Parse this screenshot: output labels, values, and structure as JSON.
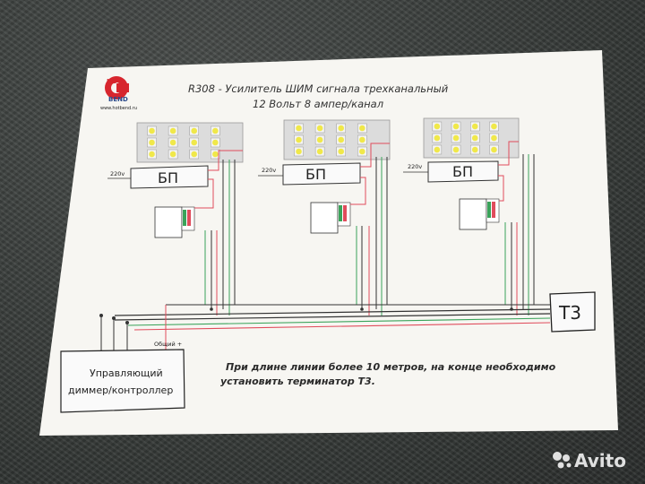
{
  "title": {
    "line1": "R308 - Усилитель ШИМ сигнала трехканальный",
    "line2": "12 Вольт 8 ампер/канал"
  },
  "logo": {
    "text_top": "HOT",
    "text_bottom": "BEND",
    "url": "www.hotbend.ru"
  },
  "blocks": [
    {
      "psu_label": "БП",
      "voltage_label": "220v"
    },
    {
      "psu_label": "БП",
      "voltage_label": "220v"
    },
    {
      "psu_label": "БП",
      "voltage_label": "220v"
    }
  ],
  "controller": {
    "line1": "Управляющий",
    "line2": "диммер/контроллер",
    "common_label": "Общий +"
  },
  "terminator": {
    "label": "Т3"
  },
  "note": {
    "line1": "При длине линии более 10 метров, на конце необходимо",
    "line2": "установить терминатор Т3."
  },
  "watermark": {
    "text": "Avito"
  },
  "colors": {
    "paper": "#f7f6f2",
    "led": "#f0e84a",
    "wire_red": "#e04c5c",
    "wire_green": "#3aa35a",
    "wire_dark": "#333333",
    "logo_red": "#d7262e"
  }
}
